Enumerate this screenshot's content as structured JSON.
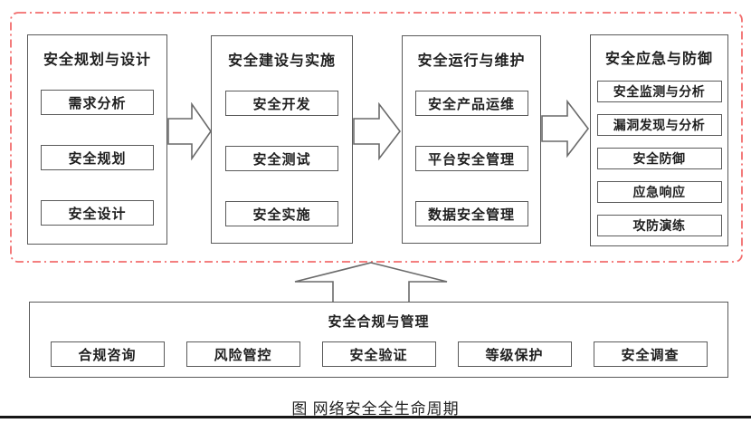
{
  "caption": "图  网络安全全生命周期",
  "colors": {
    "frame_red": "#f26d6d",
    "box_border": "#5a5a5a",
    "text": "#1f1f1f",
    "baseline": "#161616"
  },
  "flow": {
    "columns": [
      {
        "title": "安全规划与设计",
        "items": [
          "需求分析",
          "安全规划",
          "安全设计"
        ]
      },
      {
        "title": "安全建设与实施",
        "items": [
          "安全开发",
          "安全测试",
          "安全实施"
        ]
      },
      {
        "title": "安全运行与维护",
        "items": [
          "安全产品运维",
          "平台安全管理",
          "数据安全管理"
        ]
      },
      {
        "title": "安全应急与防御",
        "items": [
          "安全监测与分析",
          "漏洞发现与分析",
          "安全防御",
          "应急响应",
          "攻防演练"
        ]
      }
    ]
  },
  "foundation": {
    "title": "安全合规与管理",
    "items": [
      "合规咨询",
      "风险管控",
      "安全验证",
      "等级保护",
      "安全调查"
    ]
  }
}
